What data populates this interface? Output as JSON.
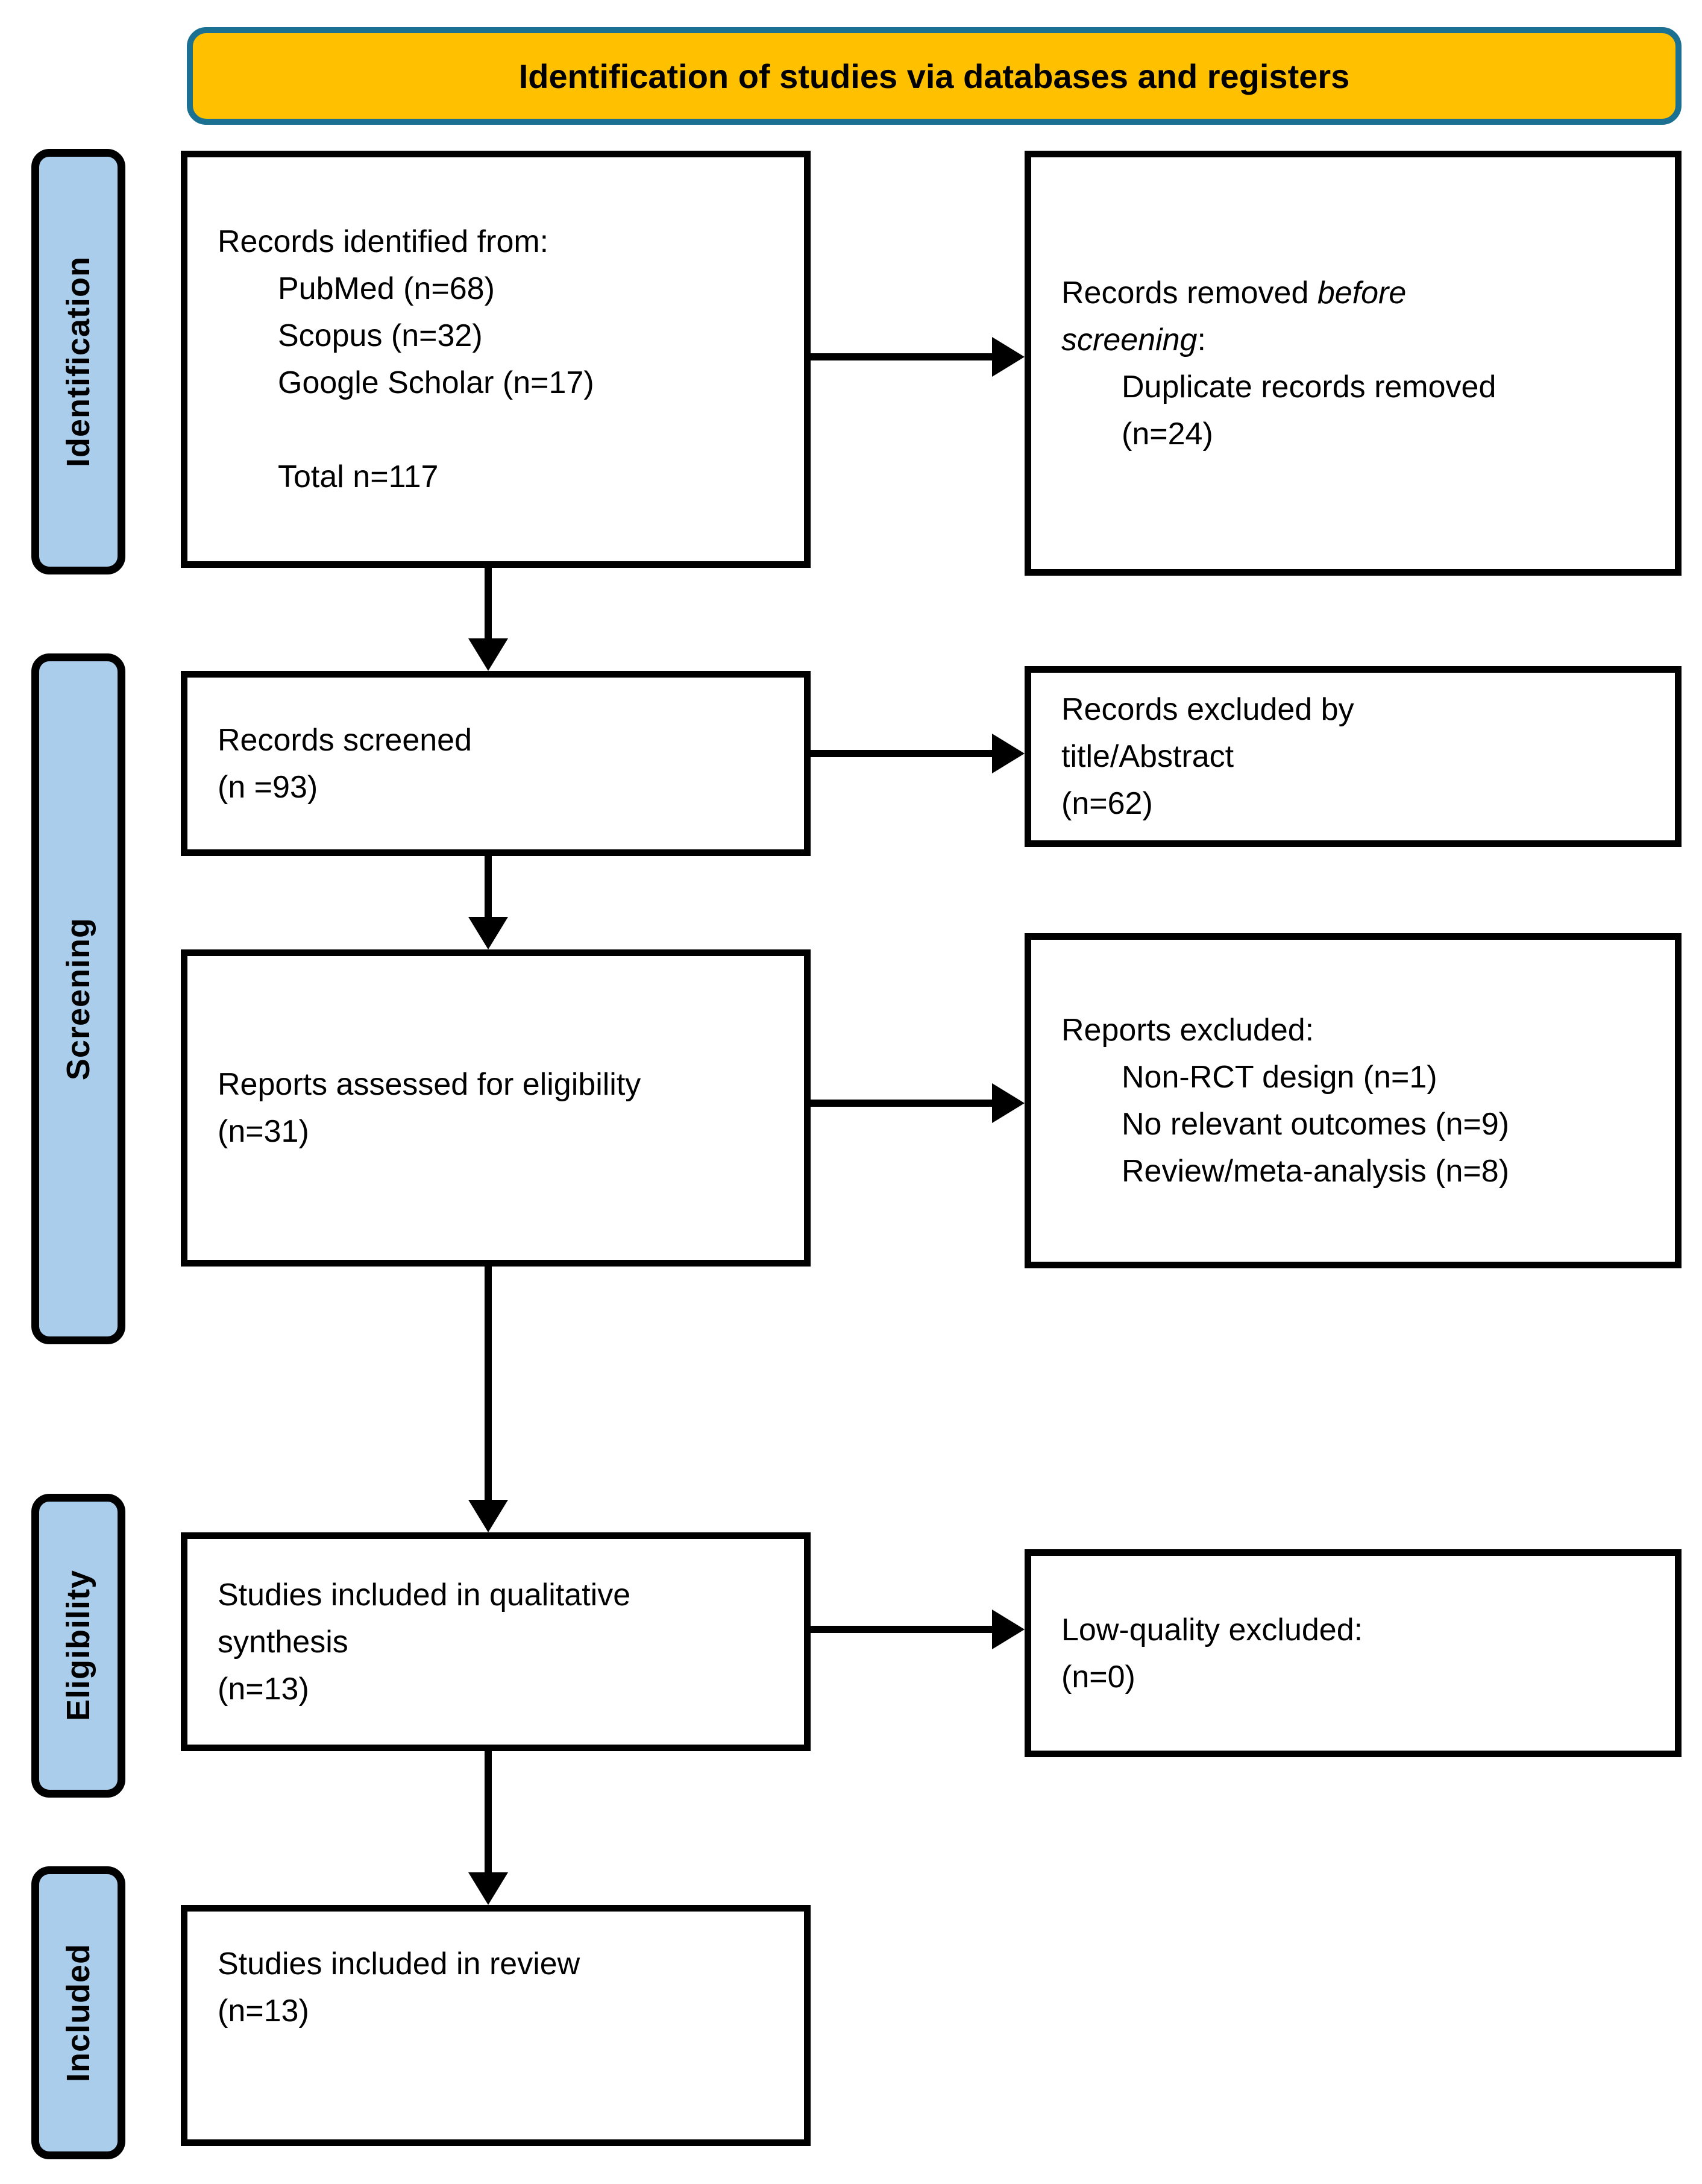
{
  "header": {
    "title": "Identification of studies via databases and registers"
  },
  "sidebar": {
    "identification": "Identification",
    "screening": "Screening",
    "eligibility": "Eligibility",
    "included": "Included"
  },
  "boxes": {
    "records_identified": {
      "intro": "Records identified from:",
      "items": [
        "PubMed (n=68)",
        "Scopus (n=32)",
        "Google Scholar (n=17)"
      ],
      "total": "Total n=117"
    },
    "records_removed": {
      "line1_regular": "Records removed ",
      "line1_italic": "before",
      "line2_italic": "screening",
      "line2_regular": ":",
      "item_line1": "Duplicate records removed",
      "item_line2": "(n=24)"
    },
    "records_screened": {
      "line1": "Records screened",
      "line2": "(n =93)"
    },
    "records_excluded": {
      "line1": "Records excluded by",
      "line2": "title/Abstract",
      "line3": "(n=62)"
    },
    "reports_assessed": {
      "line1": "Reports assessed for eligibility",
      "line2": "(n=31)"
    },
    "reports_excluded": {
      "intro": "Reports excluded:",
      "items": [
        "Non-RCT design (n=1)",
        "No relevant outcomes (n=9)",
        "Review/meta-analysis (n=8)"
      ]
    },
    "qualitative_synthesis": {
      "line1": "Studies included in qualitative",
      "line2": "synthesis",
      "line3": "(n=13)"
    },
    "low_quality": {
      "line1": "Low-quality excluded:",
      "line2": "(n=0)"
    },
    "included_review": {
      "line1": "Studies included in review",
      "line2": "(n=13)"
    }
  },
  "colors": {
    "header_fill": "#FFC000",
    "header_border": "#1C7092",
    "sidebar_fill": "#A9CDEB",
    "box_border": "#000000",
    "arrow": "#000000"
  }
}
